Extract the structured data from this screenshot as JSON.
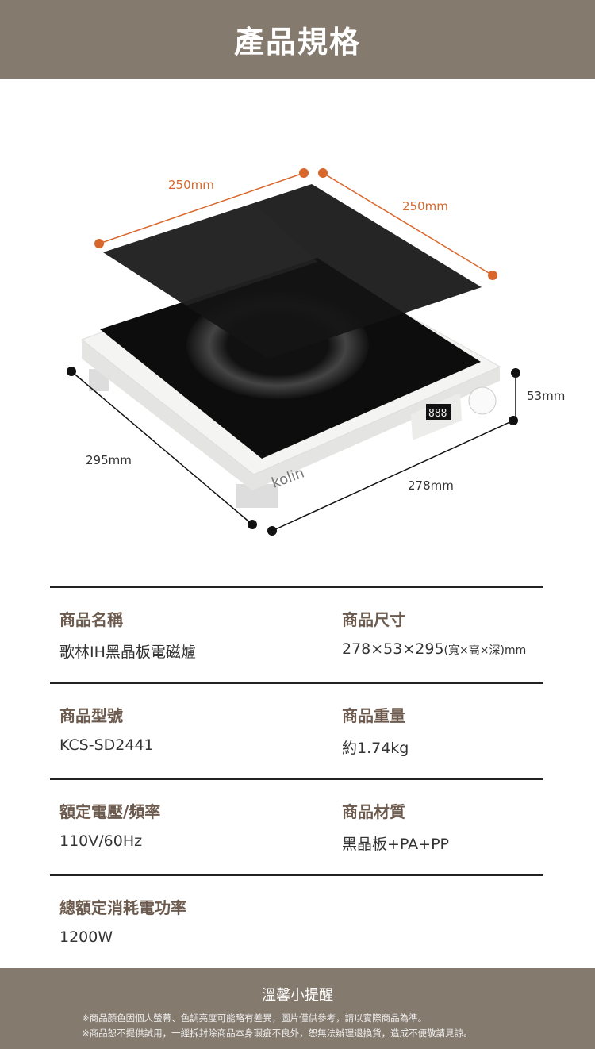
{
  "header": {
    "title": "產品規格"
  },
  "product_image": {
    "logo": "kolin",
    "display": "888",
    "dimensions": {
      "length_top": "250mm",
      "width_top": "250mm",
      "depth": "295mm",
      "width": "278mm",
      "height": "53mm"
    },
    "colors": {
      "accent": "#d9672c",
      "marker": "#111111"
    }
  },
  "specs": [
    {
      "label": "商品名稱",
      "value": "歌林IH黑晶板電磁爐"
    },
    {
      "label": "商品尺寸",
      "value": "278×53×295",
      "value_note": "(寬×高×深)",
      "value_unit": "mm"
    },
    {
      "label": "商品型號",
      "value": "KCS-SD2441"
    },
    {
      "label": "商品重量",
      "value": "約1.74kg"
    },
    {
      "label": "額定電壓/頻率",
      "value": "110V/60Hz"
    },
    {
      "label": "商品材質",
      "value": "黑晶板+PA+PP"
    },
    {
      "label": "總額定消耗電功率",
      "value": "1200W"
    }
  ],
  "footer": {
    "title": "溫馨小提醒",
    "notes": [
      "※商品顏色因個人螢幕、色調亮度可能略有差異，圖片僅供參考，請以實際商品為準。",
      "※商品恕不提供試用，一經拆封除商品本身瑕疵不良外，恕無法辦理退換貨，造成不便敬請見諒。"
    ]
  }
}
